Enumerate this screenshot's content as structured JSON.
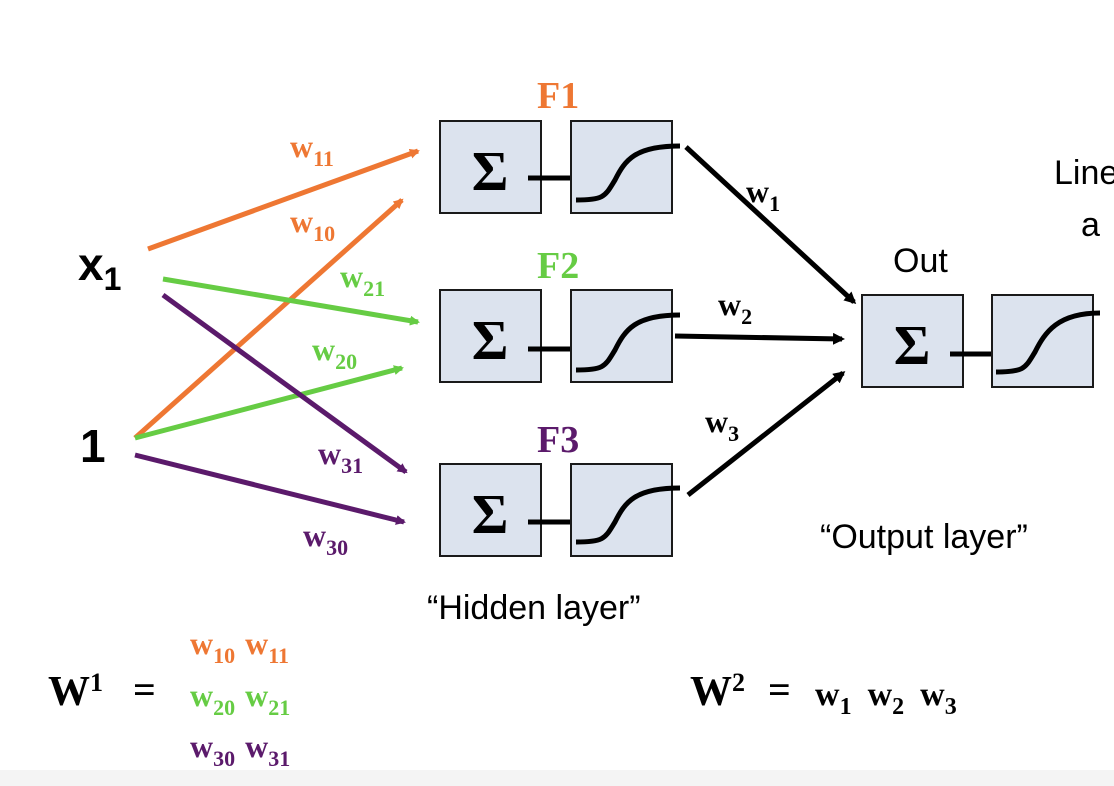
{
  "colors": {
    "f1": "#ee7733",
    "f2": "#66cc44",
    "f3": "#5b1a6b",
    "node_fill": "#dce3ee",
    "ink": "#000000"
  },
  "icons": {
    "sum": "summation-icon",
    "activation": "sigmoid-activation-icon"
  },
  "symbols": {
    "sum": "Σ"
  },
  "inputs": {
    "x_base": "x",
    "x_sub": "1",
    "bias": "1"
  },
  "neurons": {
    "f1": "F1",
    "f2": "F2",
    "f3": "F3",
    "out": "Out"
  },
  "weights": {
    "w_base": "w",
    "w11_sub": "11",
    "w10_sub": "10",
    "w21_sub": "21",
    "w20_sub": "20",
    "w31_sub": "31",
    "w30_sub": "30",
    "w1_sub": "1",
    "w2_sub": "2",
    "w3_sub": "3"
  },
  "labels": {
    "hidden": "“Hidden layer”",
    "output": "“Output layer”",
    "line1": "Line",
    "line2": "a"
  },
  "matrices": {
    "W1_base": "W",
    "W1_sup": "1",
    "W2_base": "W",
    "W2_sup": "2",
    "eq": "="
  }
}
